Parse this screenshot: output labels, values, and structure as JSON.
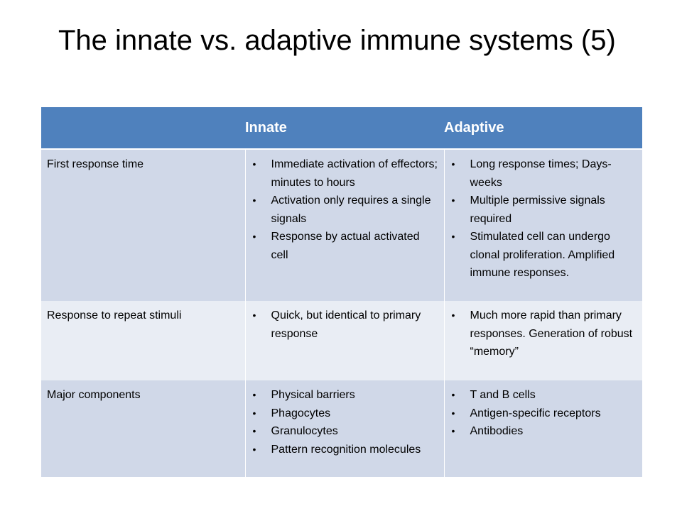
{
  "slide": {
    "title": "The innate vs. adaptive immune systems (5)"
  },
  "table": {
    "headers": [
      "",
      "Innate",
      "Adaptive"
    ],
    "rows": [
      {
        "label": "First response time",
        "innate": [
          "Immediate activation of effectors; minutes to hours",
          "Activation only requires a single signals",
          "Response by actual activated cell"
        ],
        "adaptive": [
          "Long response times; Days-weeks",
          "Multiple permissive signals required",
          "Stimulated cell can undergo clonal proliferation.  Amplified immune responses."
        ]
      },
      {
        "label": "Response to repeat stimuli",
        "innate": [
          "Quick, but identical to primary response"
        ],
        "adaptive": [
          "Much more rapid than primary responses. Generation of robust “memory”"
        ]
      },
      {
        "label": "Major components",
        "innate": [
          "Physical barriers",
          "Phagocytes",
          "Granulocytes",
          "Pattern recognition molecules"
        ],
        "adaptive": [
          "T and B cells",
          "Antigen-specific receptors",
          "Antibodies"
        ]
      }
    ]
  },
  "colors": {
    "header_bg": "#4f81bd",
    "row_odd_bg": "#d0d8e8",
    "row_even_bg": "#e9edf4"
  },
  "bullet_glyph": "•"
}
